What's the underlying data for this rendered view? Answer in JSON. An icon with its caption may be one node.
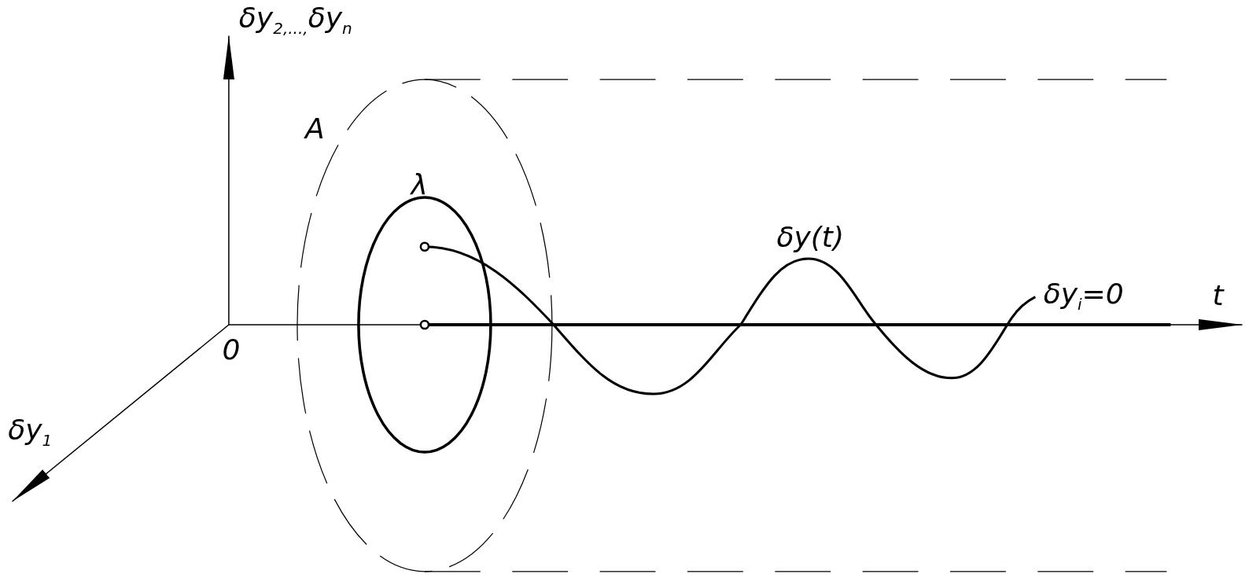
{
  "diagram": {
    "labels": [
      "δy$_{2,...,}$δy$_{n}$",
      "A",
      "λ",
      "δy(t)",
      "δy$_{i}$=0",
      "t",
      "0",
      "δy$_{1}$"
    ]
  }
}
